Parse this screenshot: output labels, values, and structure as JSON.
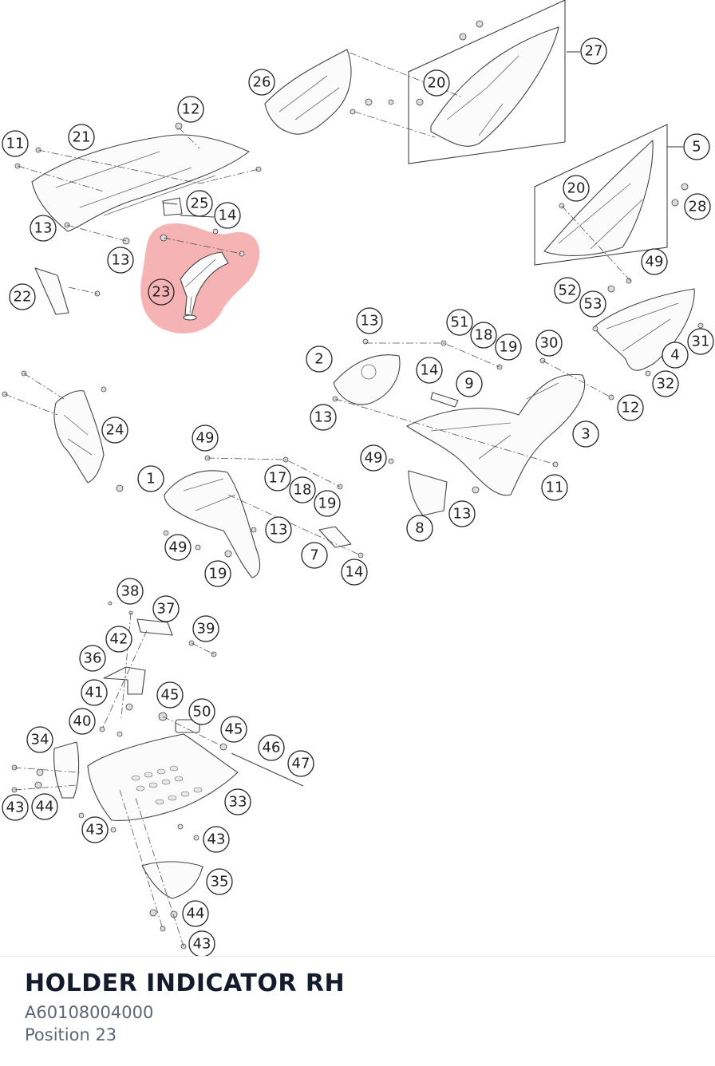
{
  "diagram": {
    "highlight_color": "#f08080",
    "highlight_label": "23",
    "callouts": [
      {
        "label": "27"
      },
      {
        "label": "26"
      },
      {
        "label": "20"
      },
      {
        "label": "12"
      },
      {
        "label": "11"
      },
      {
        "label": "21"
      },
      {
        "label": "5"
      },
      {
        "label": "20"
      },
      {
        "label": "28"
      },
      {
        "label": "25"
      },
      {
        "label": "14"
      },
      {
        "label": "13"
      },
      {
        "label": "13"
      },
      {
        "label": "49"
      },
      {
        "label": "22"
      },
      {
        "label": "52"
      },
      {
        "label": "53"
      },
      {
        "label": "31"
      },
      {
        "label": "4"
      },
      {
        "label": "32"
      },
      {
        "label": "13"
      },
      {
        "label": "51"
      },
      {
        "label": "18"
      },
      {
        "label": "19"
      },
      {
        "label": "30"
      },
      {
        "label": "2"
      },
      {
        "label": "14"
      },
      {
        "label": "9"
      },
      {
        "label": "13"
      },
      {
        "label": "12"
      },
      {
        "label": "3"
      },
      {
        "label": "24"
      },
      {
        "label": "49"
      },
      {
        "label": "49"
      },
      {
        "label": "11"
      },
      {
        "label": "1"
      },
      {
        "label": "17"
      },
      {
        "label": "18"
      },
      {
        "label": "19"
      },
      {
        "label": "13"
      },
      {
        "label": "8"
      },
      {
        "label": "49"
      },
      {
        "label": "13"
      },
      {
        "label": "7"
      },
      {
        "label": "19"
      },
      {
        "label": "14"
      },
      {
        "label": "38"
      },
      {
        "label": "37"
      },
      {
        "label": "39"
      },
      {
        "label": "42"
      },
      {
        "label": "36"
      },
      {
        "label": "41"
      },
      {
        "label": "45"
      },
      {
        "label": "40"
      },
      {
        "label": "50"
      },
      {
        "label": "45"
      },
      {
        "label": "34"
      },
      {
        "label": "46"
      },
      {
        "label": "47"
      },
      {
        "label": "43"
      },
      {
        "label": "44"
      },
      {
        "label": "33"
      },
      {
        "label": "43"
      },
      {
        "label": "43"
      },
      {
        "label": "35"
      },
      {
        "label": "44"
      },
      {
        "label": "43"
      }
    ]
  },
  "part": {
    "title": "HOLDER INDICATOR RH",
    "number": "A60108004000",
    "position": "Position 23"
  }
}
